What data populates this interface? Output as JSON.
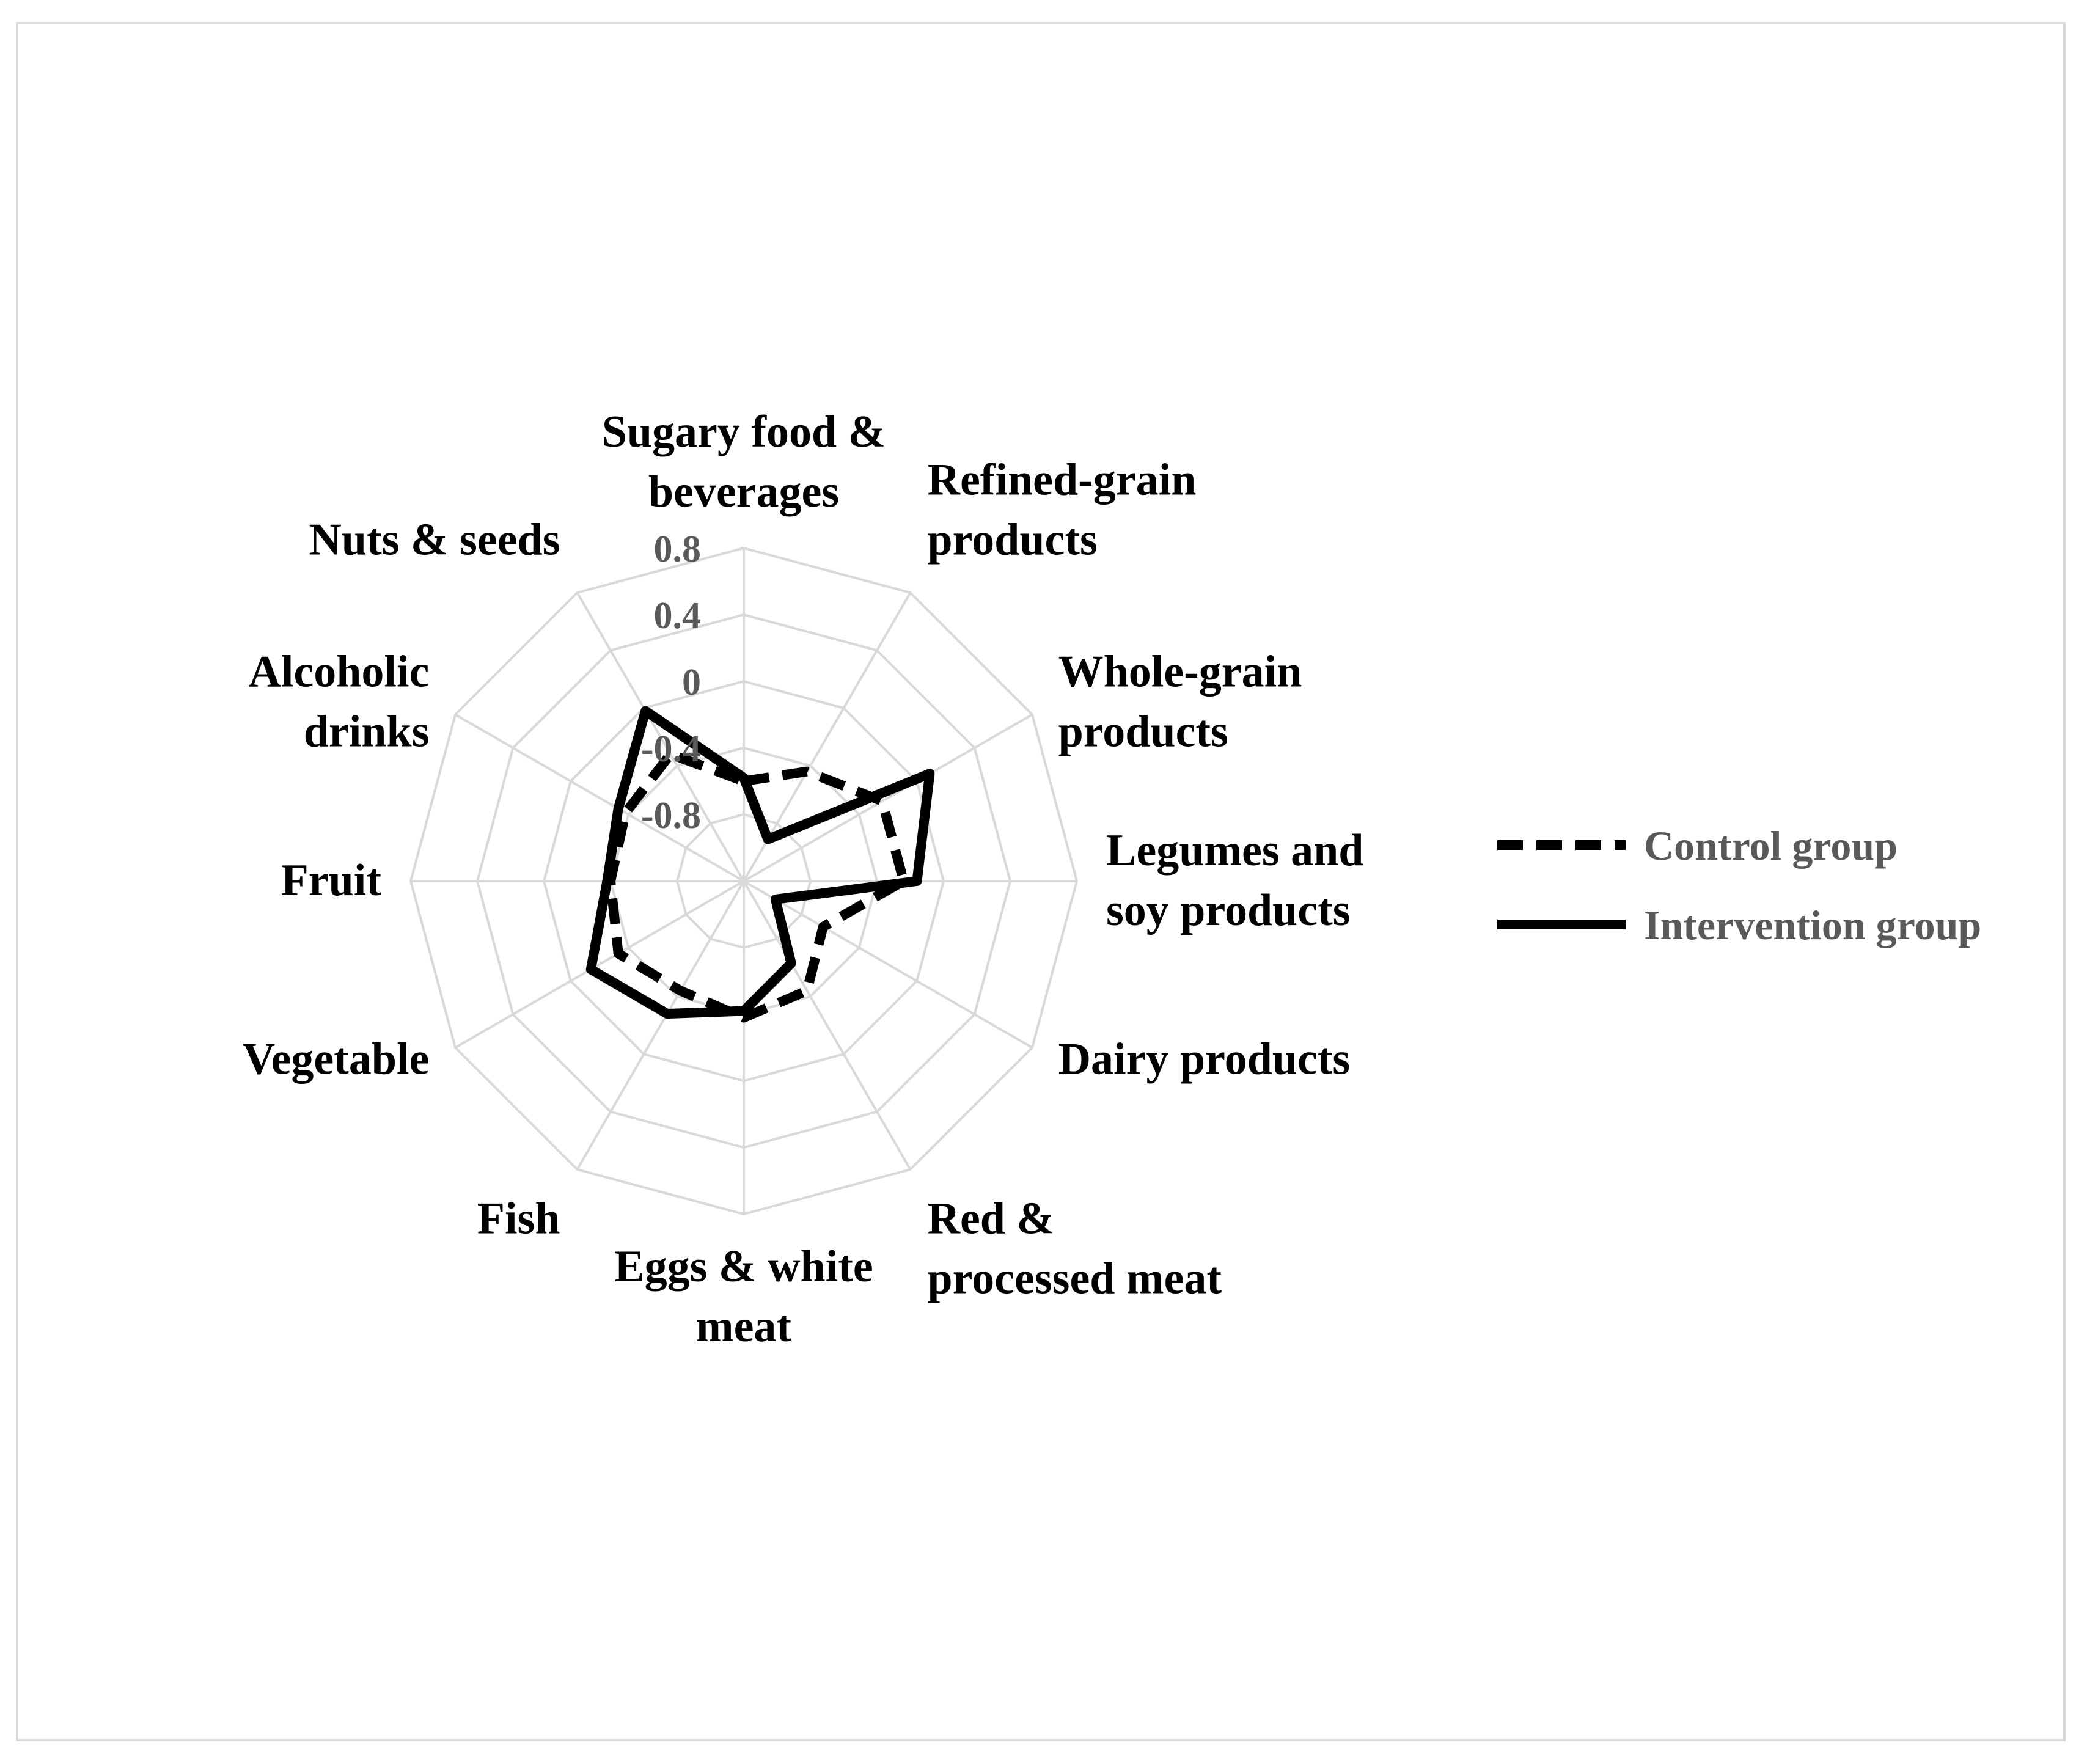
{
  "chart_data": {
    "type": "radar",
    "categories": [
      [
        "Sugary food &",
        "beverages"
      ],
      [
        "Refined-grain",
        "products"
      ],
      [
        "Whole-grain",
        "products"
      ],
      [
        "Legumes and",
        "soy products"
      ],
      [
        "Dairy products"
      ],
      [
        "Red &",
        "processed meat"
      ],
      [
        "Eggs & white",
        "meat"
      ],
      [
        "Fish"
      ],
      [
        "Vegetable"
      ],
      [
        "Fruit"
      ],
      [
        "Alcoholic",
        "drinks"
      ],
      [
        "Nuts & seeds"
      ]
    ],
    "axis": {
      "min": -1.2,
      "max": 0.8,
      "step": 0.4,
      "tick_labels": [
        "-0.8",
        "-0.4",
        "0",
        "0.4",
        "0.8"
      ]
    },
    "series": [
      {
        "name": "Control group",
        "dash": "dashed",
        "values": [
          -0.6,
          -0.44,
          -0.24,
          -0.24,
          -0.65,
          -0.44,
          -0.38,
          -0.44,
          -0.33,
          -0.4,
          -0.38,
          -0.32
        ]
      },
      {
        "name": "Intervention group",
        "dash": "solid",
        "values": [
          -0.58,
          -0.91,
          0.09,
          -0.16,
          -0.98,
          -0.63,
          -0.42,
          -0.28,
          -0.14,
          -0.38,
          -0.33,
          -0.02
        ]
      }
    ],
    "grid": true,
    "legend": "right",
    "title": "",
    "xlabel": "",
    "ylabel": ""
  }
}
